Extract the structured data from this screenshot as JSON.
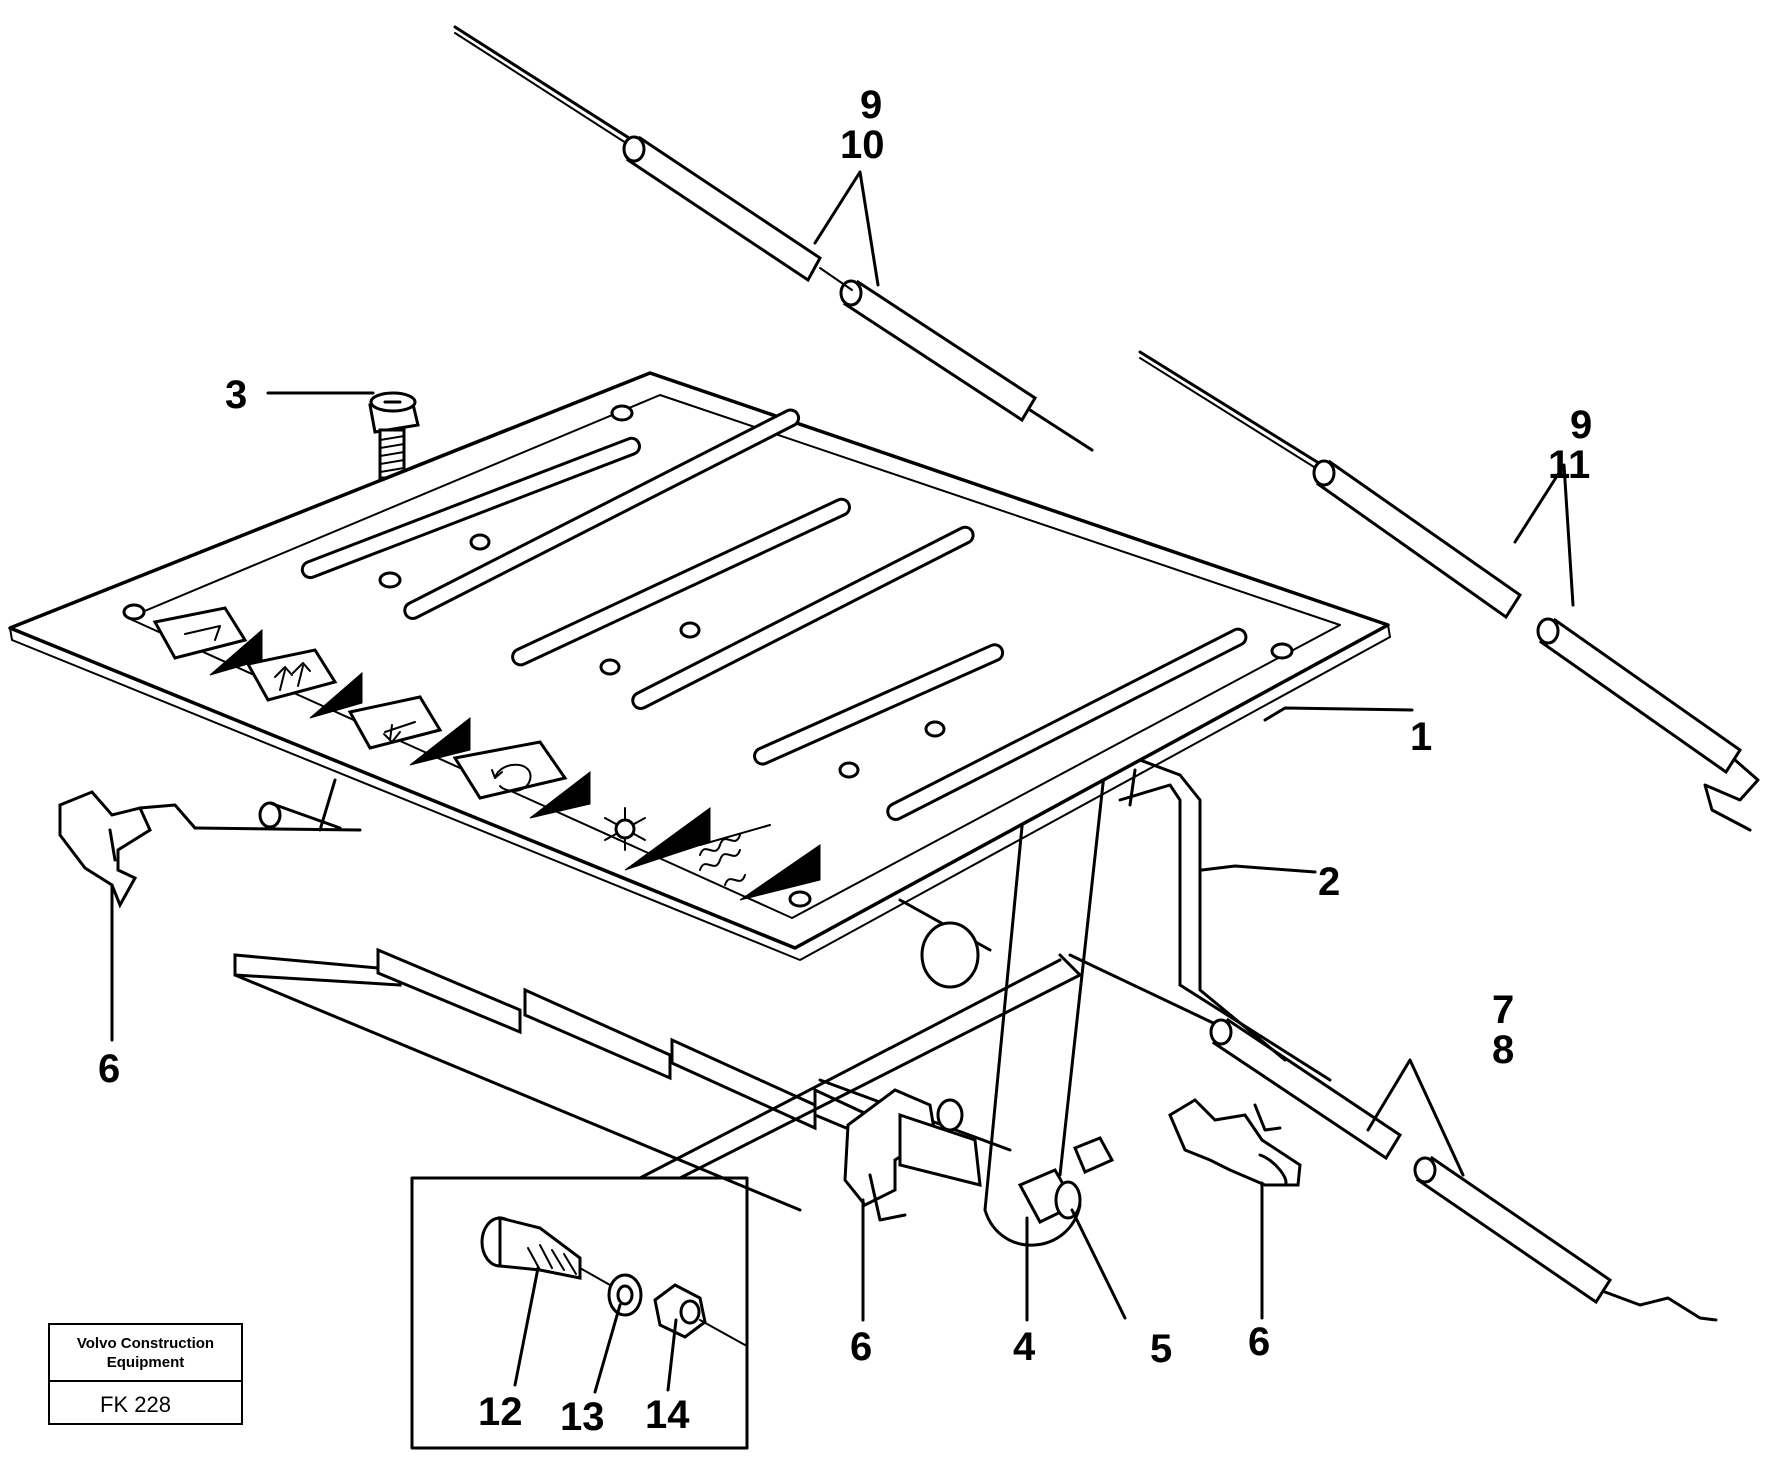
{
  "callouts": {
    "c1": "1",
    "c2": "2",
    "c3": "3",
    "c4": "4",
    "c5": "5",
    "c6a": "6",
    "c6b": "6",
    "c6c": "6",
    "c7": "7",
    "c8": "8",
    "c9a": "9",
    "c10": "10",
    "c9b": "9",
    "c11": "11",
    "c12": "12",
    "c13": "13",
    "c14": "14"
  },
  "title_block": {
    "company_line1": "Volvo Construction",
    "company_line2": "Equipment",
    "drawing_code": "FK 228"
  },
  "icons": [
    "direction-arrow-icon",
    "upward-arrows-icon",
    "downward-arrow-icon",
    "recirculation-icon",
    "snowflake-icon",
    "heat-waves-icon"
  ]
}
